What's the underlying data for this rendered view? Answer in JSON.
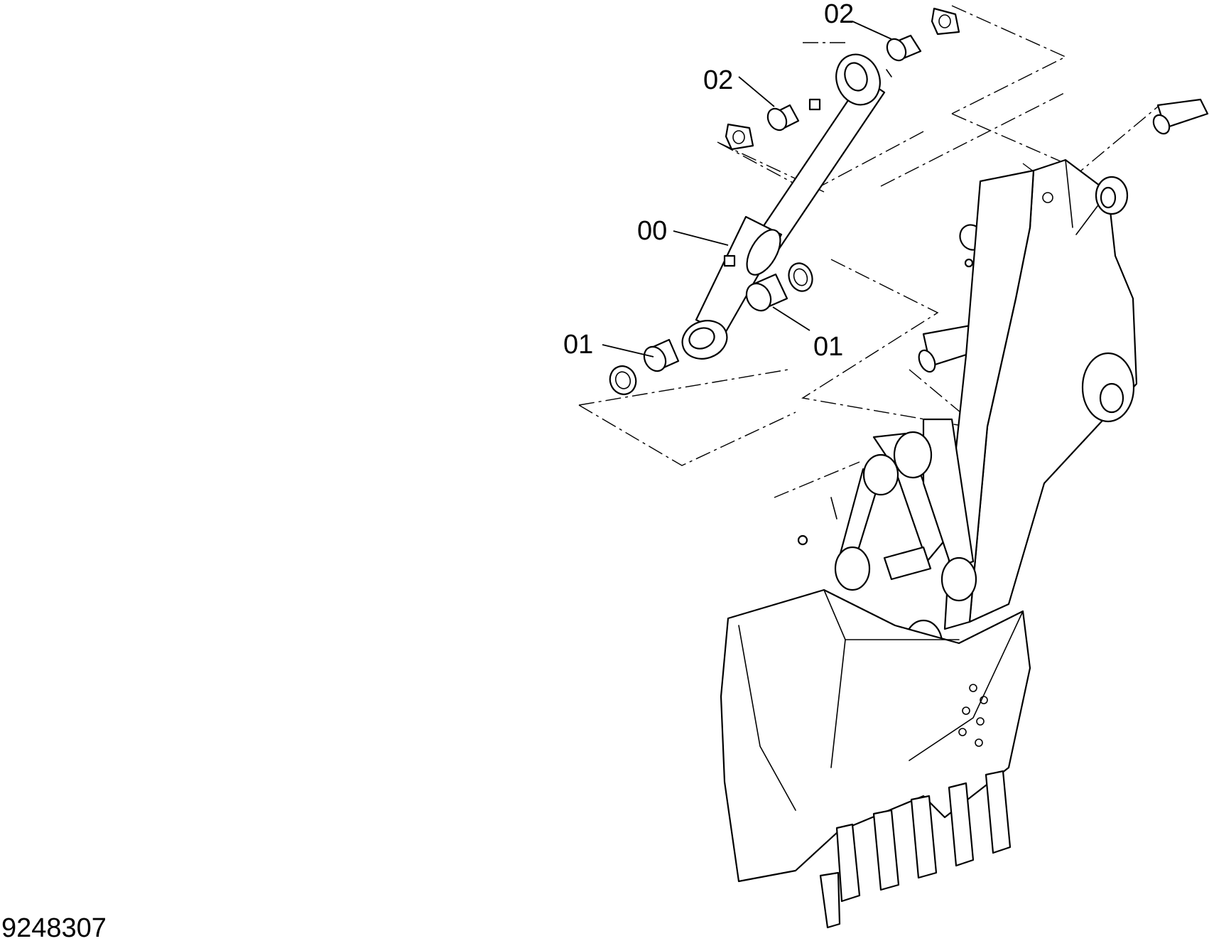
{
  "figure_number": "9248307",
  "callouts": [
    {
      "label": "02"
    },
    {
      "label": "02"
    },
    {
      "label": "00"
    },
    {
      "label": "01"
    },
    {
      "label": "01"
    }
  ]
}
